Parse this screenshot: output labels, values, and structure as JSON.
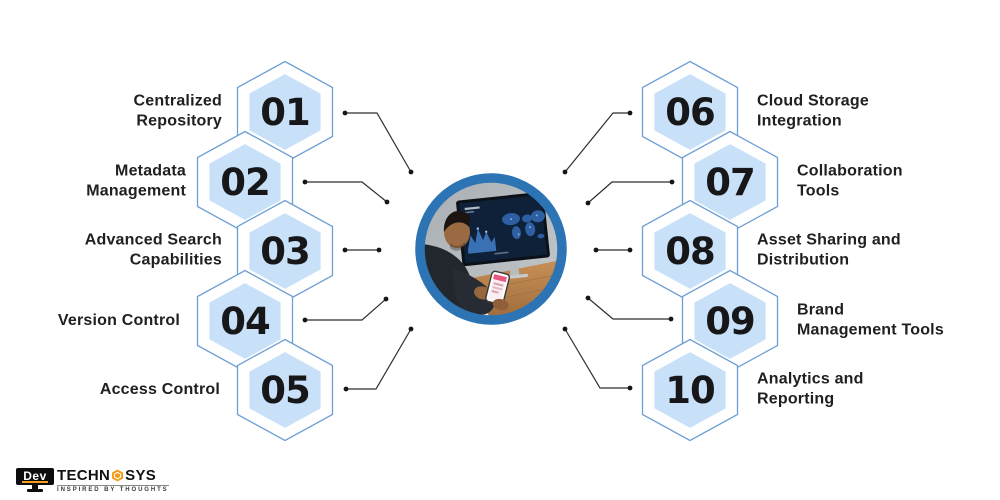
{
  "colors": {
    "hexagon_fill": "#C8E1F9",
    "hexagon_stroke": "#6E9FD4",
    "number_color": "#17171A",
    "label_color": "#202022",
    "connector_color": "#2E2E2E",
    "photo_ring_color": "#2C74B3",
    "logo_accent": "#F49D1B"
  },
  "features_left": [
    {
      "number": "01",
      "label": "Centralized\nRepository"
    },
    {
      "number": "02",
      "label": "Metadata\nManagement"
    },
    {
      "number": "03",
      "label": "Advanced Search\nCapabilities"
    },
    {
      "number": "04",
      "label": "Version Control"
    },
    {
      "number": "05",
      "label": "Access Control"
    }
  ],
  "features_right": [
    {
      "number": "06",
      "label": "Cloud Storage\nIntegration"
    },
    {
      "number": "07",
      "label": "Collaboration\nTools"
    },
    {
      "number": "08",
      "label": "Asset Sharing and\nDistribution"
    },
    {
      "number": "09",
      "label": "Brand\nManagement Tools"
    },
    {
      "number": "10",
      "label": "Analytics and\nReporting"
    }
  ],
  "brand": {
    "monitor_text": "Dev",
    "name_part1": "TECHN",
    "name_part2": "SYS",
    "tagline": "INSPIRED BY THOUGHTS"
  }
}
